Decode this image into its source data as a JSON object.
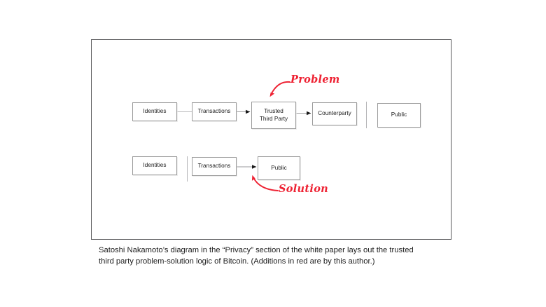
{
  "slide": {
    "background_color": "#ffffff",
    "frame_border_color": "#58585a"
  },
  "diagram": {
    "title_semantic": "bitcoin-privacy-model-diagram",
    "box_border_color": "#9b9b9b",
    "connector_color": "#8c8c8e",
    "annotation_color": "#ee2233",
    "rows": [
      {
        "name": "traditional-privacy-model",
        "boxes": [
          {
            "id": "identities-1",
            "label": "Identities"
          },
          {
            "id": "transactions-1",
            "label": "Transactions"
          },
          {
            "id": "trusted-third-party",
            "label_line1": "Trusted",
            "label_line2": "Third Party"
          },
          {
            "id": "counterparty",
            "label": "Counterparty"
          },
          {
            "id": "public-1",
            "label": "Public"
          }
        ],
        "has_divider": true
      },
      {
        "name": "new-privacy-model",
        "boxes": [
          {
            "id": "identities-2",
            "label": "Identities"
          },
          {
            "id": "transactions-2",
            "label": "Transactions"
          },
          {
            "id": "public-2",
            "label": "Public"
          }
        ],
        "has_divider": true
      }
    ],
    "annotations": [
      {
        "id": "problem",
        "text": "Problem",
        "points_to": "trusted-third-party"
      },
      {
        "id": "solution",
        "text": "Solution",
        "points_to": "public-2"
      }
    ]
  },
  "caption": {
    "line1": "Satoshi Nakamoto’s diagram in the “Privacy” section of the white paper lays out the trusted",
    "line2": "third party problem-solution logic of Bitcoin. (Additions in red are by this author.)"
  }
}
